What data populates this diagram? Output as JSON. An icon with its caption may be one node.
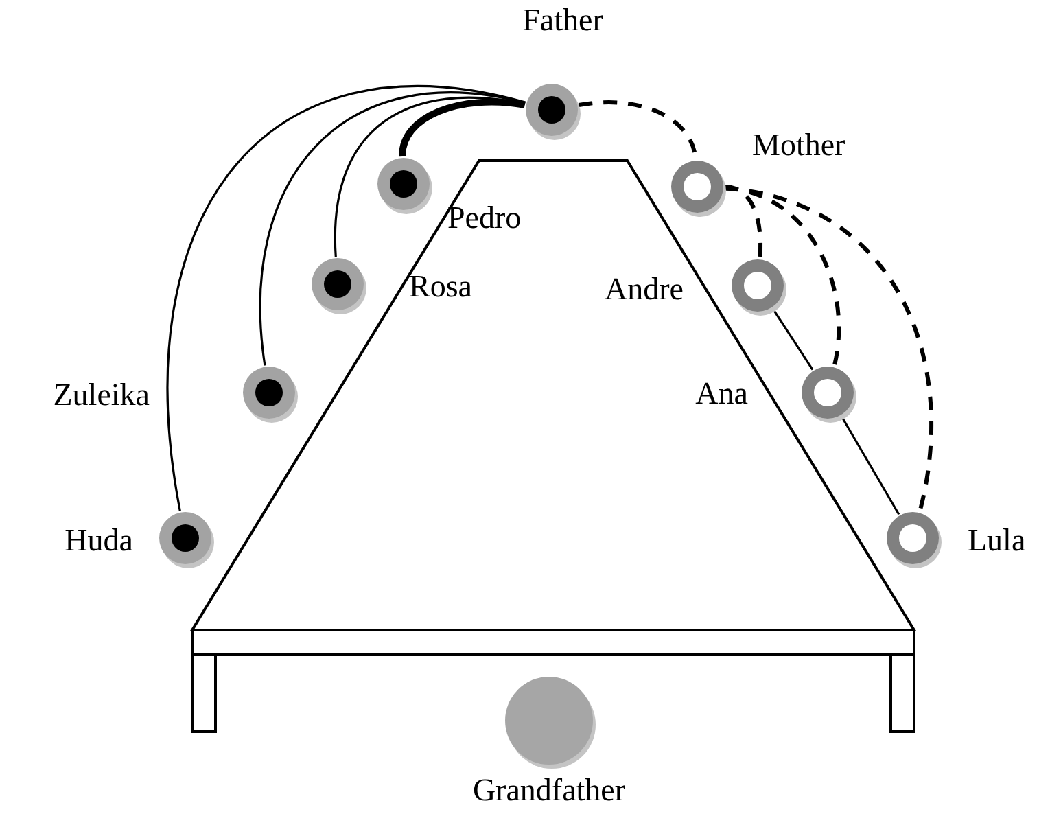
{
  "diagram": {
    "nodes": [
      {
        "text": [
          "Father"
        ]
      },
      {
        "text": [
          "Pedro"
        ]
      },
      {
        "text": [
          "Rosa"
        ]
      },
      {
        "text": [
          "Zuleika"
        ]
      },
      {
        "text": [
          "Huda"
        ]
      },
      {
        "text": [
          "Mother"
        ]
      },
      {
        "text": [
          "Andre"
        ]
      },
      {
        "text": [
          "Ana"
        ]
      },
      {
        "text": [
          "Lula"
        ]
      },
      {
        "text": [
          "Grandfather"
        ]
      }
    ],
    "edges": [
      {
        "from": 0,
        "to": 1,
        "arrow": "none",
        "style": "thick"
      },
      {
        "from": 0,
        "to": 2,
        "arrow": "none"
      },
      {
        "from": 0,
        "to": 3,
        "arrow": "none"
      },
      {
        "from": 0,
        "to": 4,
        "arrow": "none"
      },
      {
        "from": 0,
        "to": 5,
        "arrow": "none",
        "style": "dashed"
      },
      {
        "from": 5,
        "to": 6,
        "arrow": "none",
        "style": "dashed"
      },
      {
        "from": 5,
        "to": 7,
        "arrow": "none",
        "style": "dashed"
      },
      {
        "from": 5,
        "to": 8,
        "arrow": "none",
        "style": "dashed"
      },
      {
        "from": 6,
        "to": 7,
        "arrow": "none"
      },
      {
        "from": 7,
        "to": 8,
        "arrow": "none"
      }
    ]
  }
}
